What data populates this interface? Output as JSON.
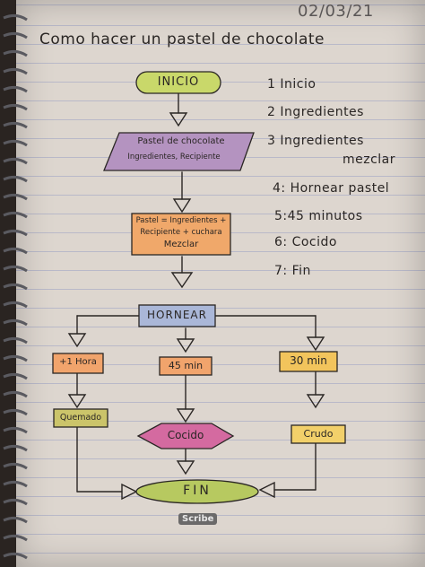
{
  "date": "02/03/21",
  "title": "Como hacer un pastel de chocolate",
  "steps": [
    "1 Inicio",
    "2 Ingredientes",
    "3 Ingredientes",
    "mezclar",
    "4: Hornear pastel",
    "5:45 minutos",
    "6: Cocido",
    "7: Fin"
  ],
  "nodes": {
    "inicio": "INICIO",
    "input_line1": "Pastel de chocolate",
    "input_line2": "Ingredientes, Recipiente",
    "process_line1": "Pastel = Ingredientes +",
    "process_line2": "Recipiente + cuchara",
    "process_line3": "Mezclar",
    "hornear": "HORNEAR",
    "left": "+1 Hora",
    "mid": "45 min",
    "right": "30 min",
    "quemado": "Quemado",
    "cocido": "Cocido",
    "crudo": "Crudo",
    "fin": "FIN"
  },
  "colors": {
    "paper": "#ddd6cf",
    "ink": "#2a2624",
    "inicio_fill": "#c9d86a",
    "input_fill": "#b493c0",
    "process_fill": "#f0a86a",
    "hornear_fill": "#aab7d8",
    "orange_fill": "#f1a46c",
    "yellow_fill": "#f2d06a",
    "quemado_fill": "#cbc46a",
    "cocido_fill": "#d46aa0",
    "fin_fill": "#b7c960"
  },
  "brand": "Scribe"
}
